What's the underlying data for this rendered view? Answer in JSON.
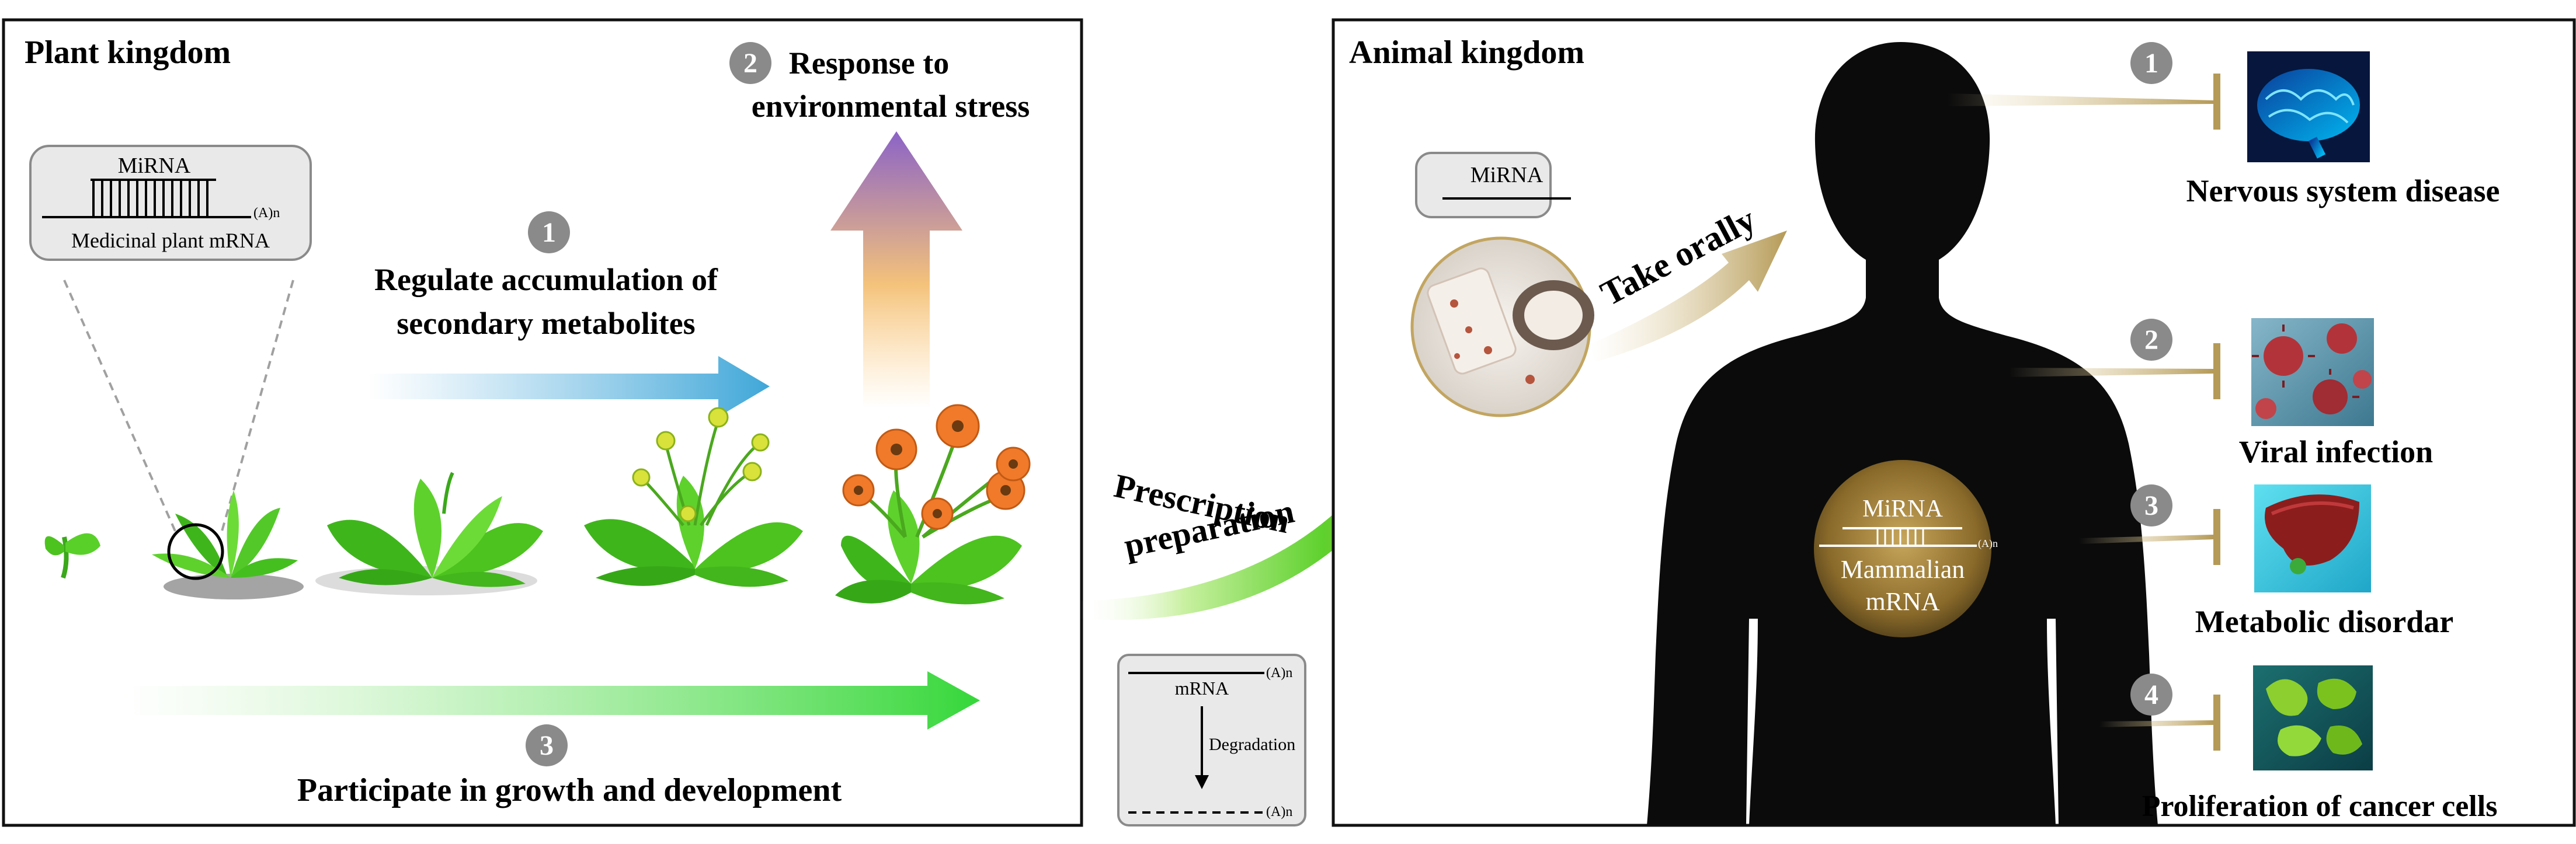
{
  "plant_panel": {
    "title": "Plant kingdom",
    "mirna_box": {
      "label": "MiRNA",
      "polyA": "(A)n",
      "caption": "Medicinal plant mRNA"
    },
    "function1": {
      "number": "1",
      "line1": "Regulate accumulation of",
      "line2": "secondary metabolites"
    },
    "function2": {
      "number": "2",
      "line1": "Response to",
      "line2": "environmental stress"
    },
    "function3": {
      "number": "3",
      "label": "Participate in growth and development"
    }
  },
  "middle": {
    "prescription_line1": "Prescription",
    "prescription_line2": "preparation",
    "degradation_box": {
      "top_label": "mRNA",
      "top_polyA": "(A)n",
      "arrow_label": "Degradation",
      "bottom_polyA": "(A)n"
    }
  },
  "animal_panel": {
    "title": "Animal kingdom",
    "mirna_label": "MiRNA",
    "take_orally": "Take orally",
    "body_circle": {
      "top": "MiRNA",
      "polyA": "(A)n",
      "line2": "Mammalian",
      "line3": "mRNA"
    },
    "effects": [
      {
        "number": "1",
        "label": "Nervous system disease",
        "icon": "brain-icon"
      },
      {
        "number": "2",
        "label": "Viral infection",
        "icon": "virus-icon"
      },
      {
        "number": "3",
        "label": "Metabolic disordar",
        "icon": "liver-icon"
      },
      {
        "number": "4",
        "label": "Proliferation of cancer cells",
        "icon": "cancer-cells-icon"
      }
    ]
  },
  "colors": {
    "badge": "#8a8a8a",
    "leaf": "#4cc31e",
    "flower": "#f07a2a",
    "gold": "#b59a57",
    "body": "#0b0b0b"
  }
}
